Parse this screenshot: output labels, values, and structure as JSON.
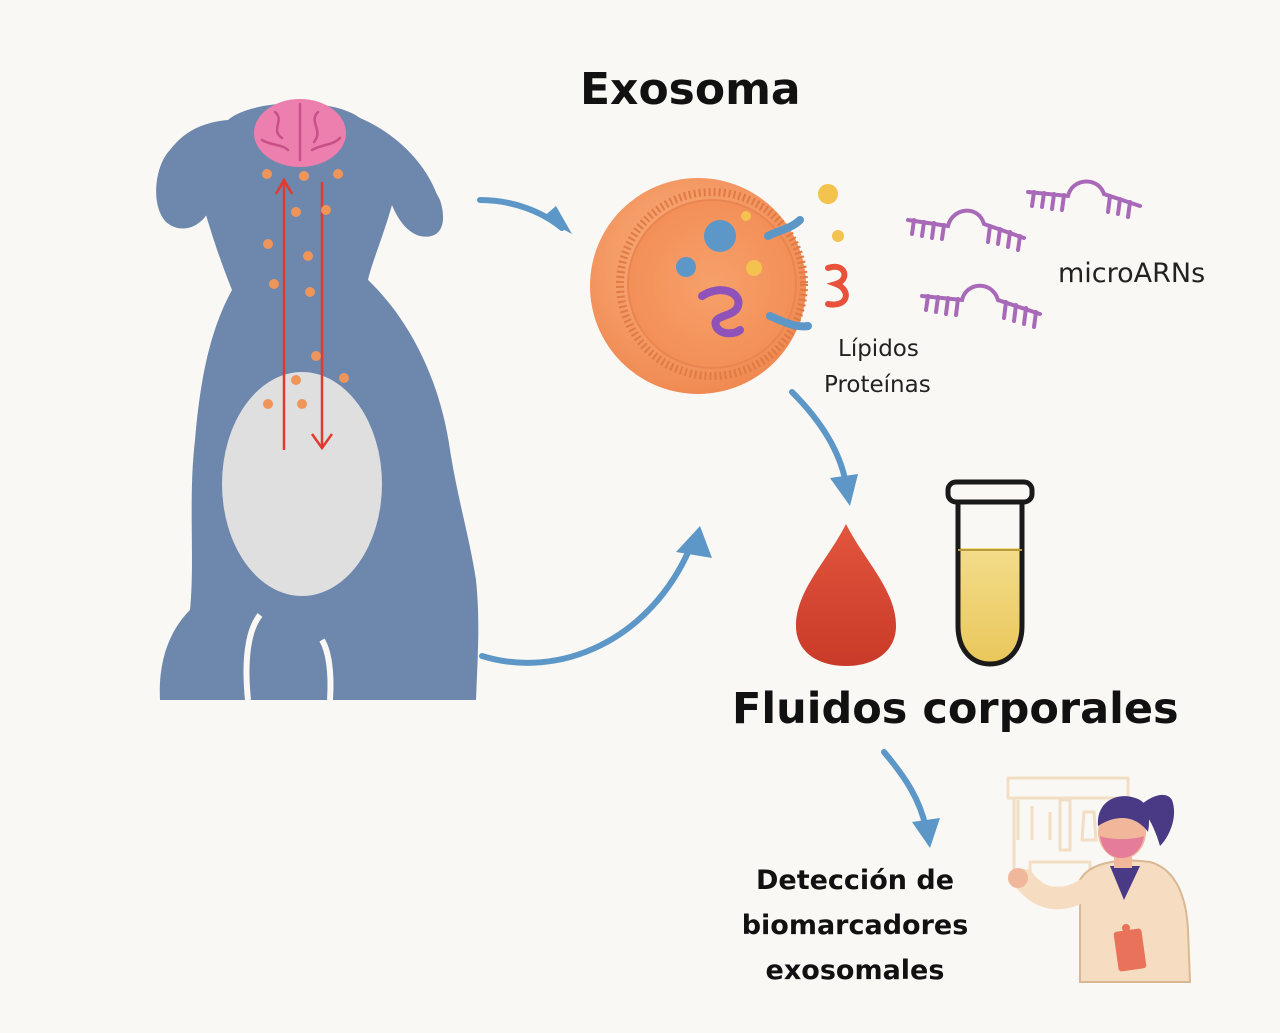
{
  "labels": {
    "exosome_title": "Exosoma",
    "micrornas": "microARNs",
    "lipids": "Lípidos",
    "proteins": "Proteínas",
    "body_fluids": "Fluidos corporales",
    "detection_lines": [
      "Detección de",
      "biomarcadores",
      "exosomales"
    ]
  },
  "colors": {
    "background": "#faf8f4",
    "dog": "#6d87ad",
    "brain": "#ec7fae",
    "abdomen": "#dfdfdf",
    "arrows": "#5c97c8",
    "red_arrows": "#e23a2e",
    "particles": "#f0955a",
    "exosome": "#f49a63",
    "microrna": "#a869b8",
    "blood": "#d94a34",
    "urine": "#efd374"
  }
}
